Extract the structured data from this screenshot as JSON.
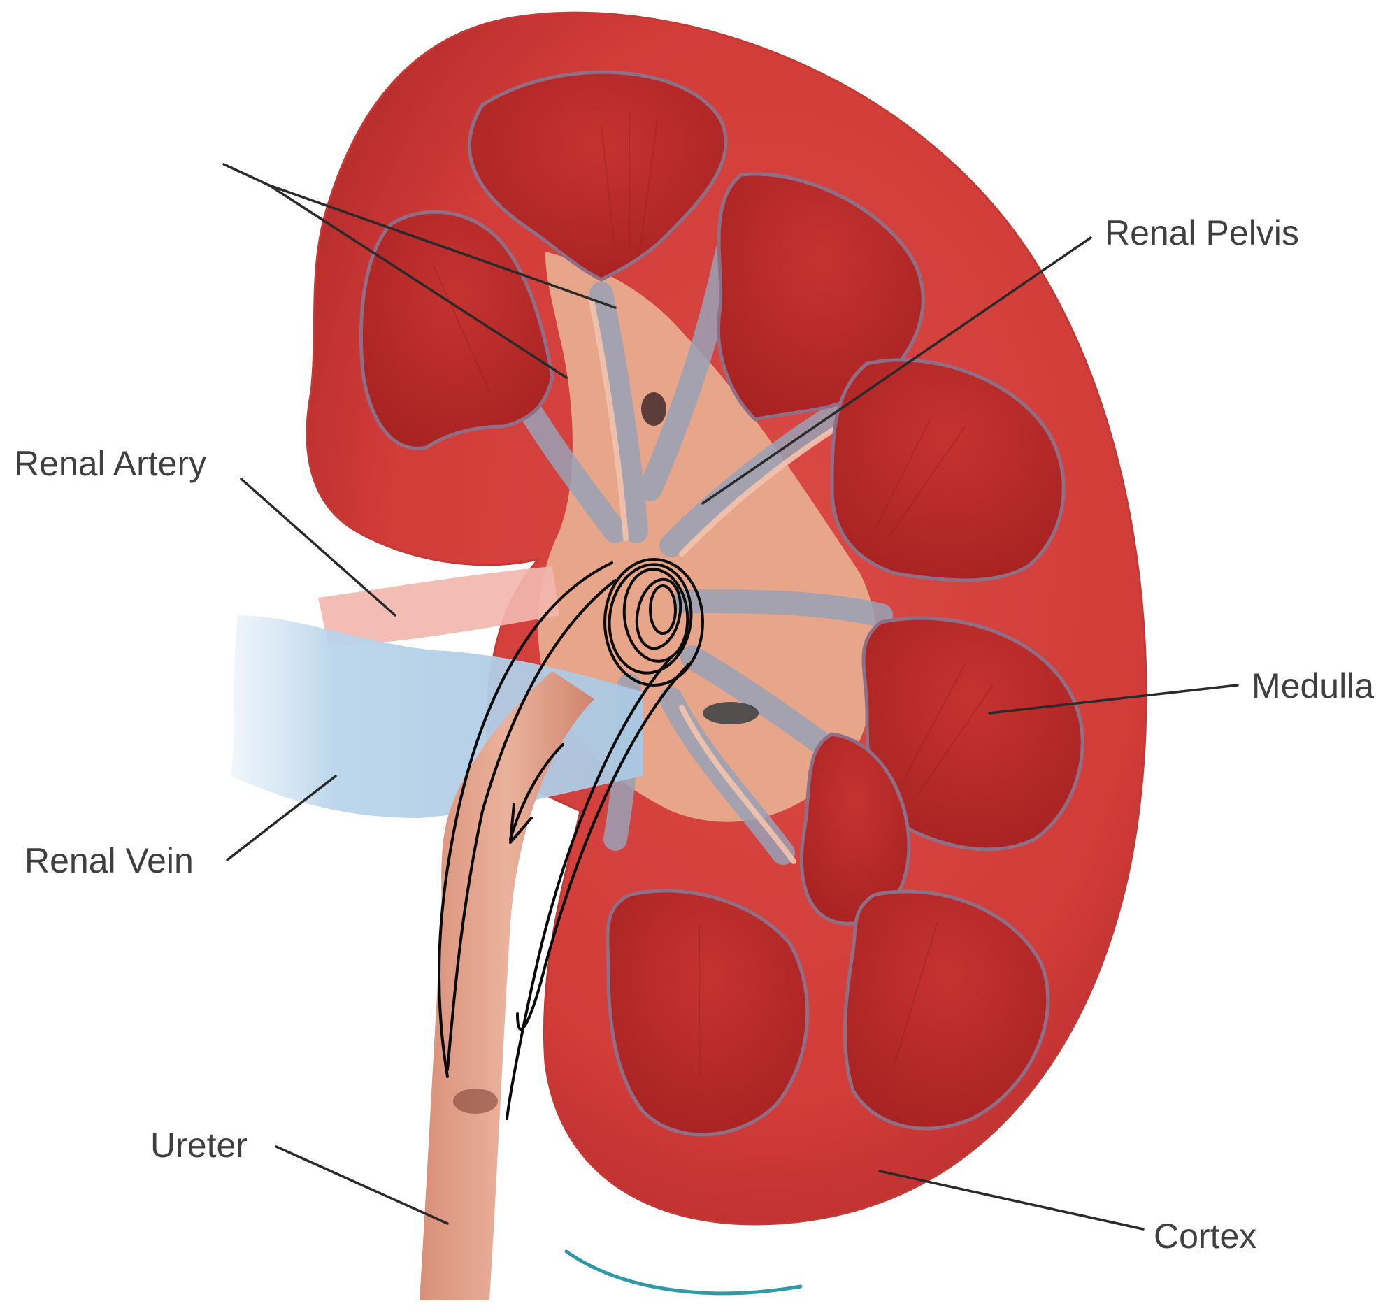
{
  "labels": {
    "renal_pelvis": "Renal Pelvis",
    "renal_artery": "Renal Artery",
    "medulla": "Medulla",
    "renal_vein": "Renal Vein",
    "ureter": "Ureter",
    "cortex": "Cortex"
  },
  "colors": {
    "background": "#ffffff",
    "cortex": "#d23d3a",
    "cortex_dark": "#b82b2b",
    "medulla_pyramid": "#bb2a2a",
    "pelvis_tissue": "#e5a487",
    "calyx_grey": "#9aa2b6",
    "renal_vein": "#b7d3ea",
    "renal_artery": "#f1b3ad",
    "ureter": "#e1a08a",
    "label_text": "#3f3f3f",
    "leader_line": "#2a2a2a",
    "ink": "#0b0b0b",
    "teal_arc": "#2f9aa6"
  }
}
